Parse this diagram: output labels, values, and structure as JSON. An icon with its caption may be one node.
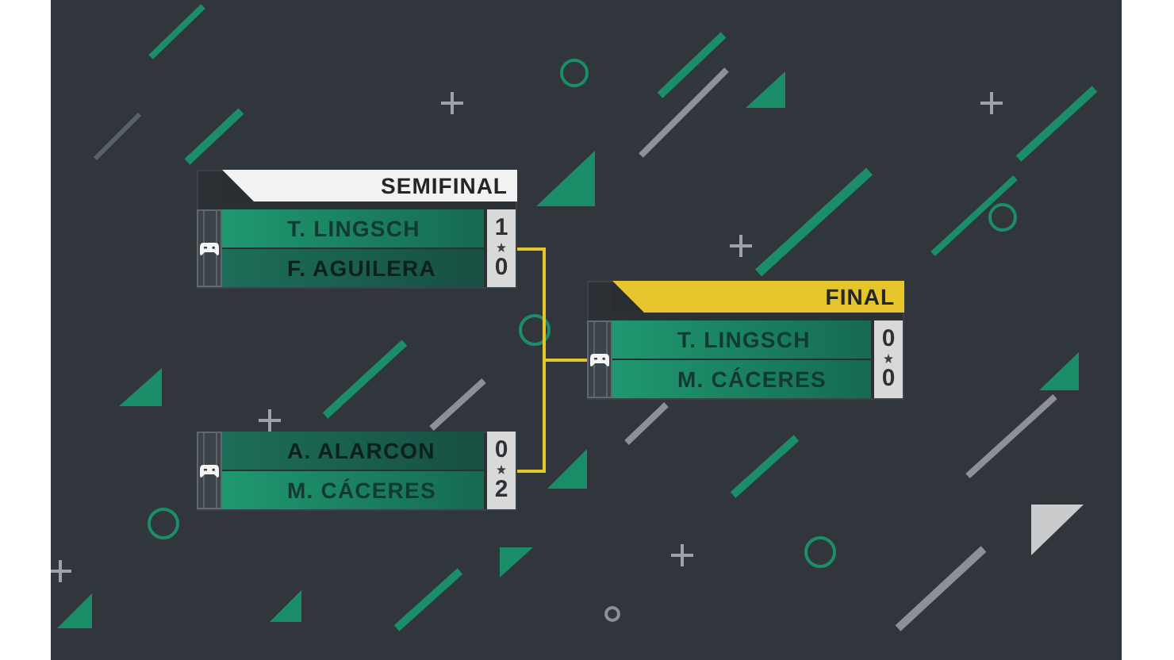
{
  "diagram": {
    "nodes": [
      {
        "text": [
          "SEMIFINAL"
        ]
      },
      {
        "text": [
          "T. LINGSCH"
        ],
        "in": 0,
        "beside": [
          "1"
        ]
      },
      {
        "text": [
          "F. AGUILERA"
        ],
        "in": 0,
        "beside": [
          "0"
        ]
      },
      {
        "text": [],
        "shape": "box"
      },
      {
        "text": [
          "A. ALARCON"
        ],
        "in": 3,
        "beside": [
          "0"
        ]
      },
      {
        "text": [
          "M. CÁCERES"
        ],
        "in": 3,
        "beside": [
          "2"
        ]
      },
      {
        "text": [
          "FINAL"
        ]
      },
      {
        "text": [
          "T. LINGSCH"
        ],
        "in": 6,
        "beside": [
          "0"
        ]
      },
      {
        "text": [
          "M. CÁCERES"
        ],
        "in": 6,
        "beside": [
          "0"
        ]
      }
    ],
    "edges": [
      {
        "from": 0,
        "to": 6,
        "arrow": "none"
      },
      {
        "from": 3,
        "to": 6,
        "arrow": "none"
      }
    ]
  }
}
